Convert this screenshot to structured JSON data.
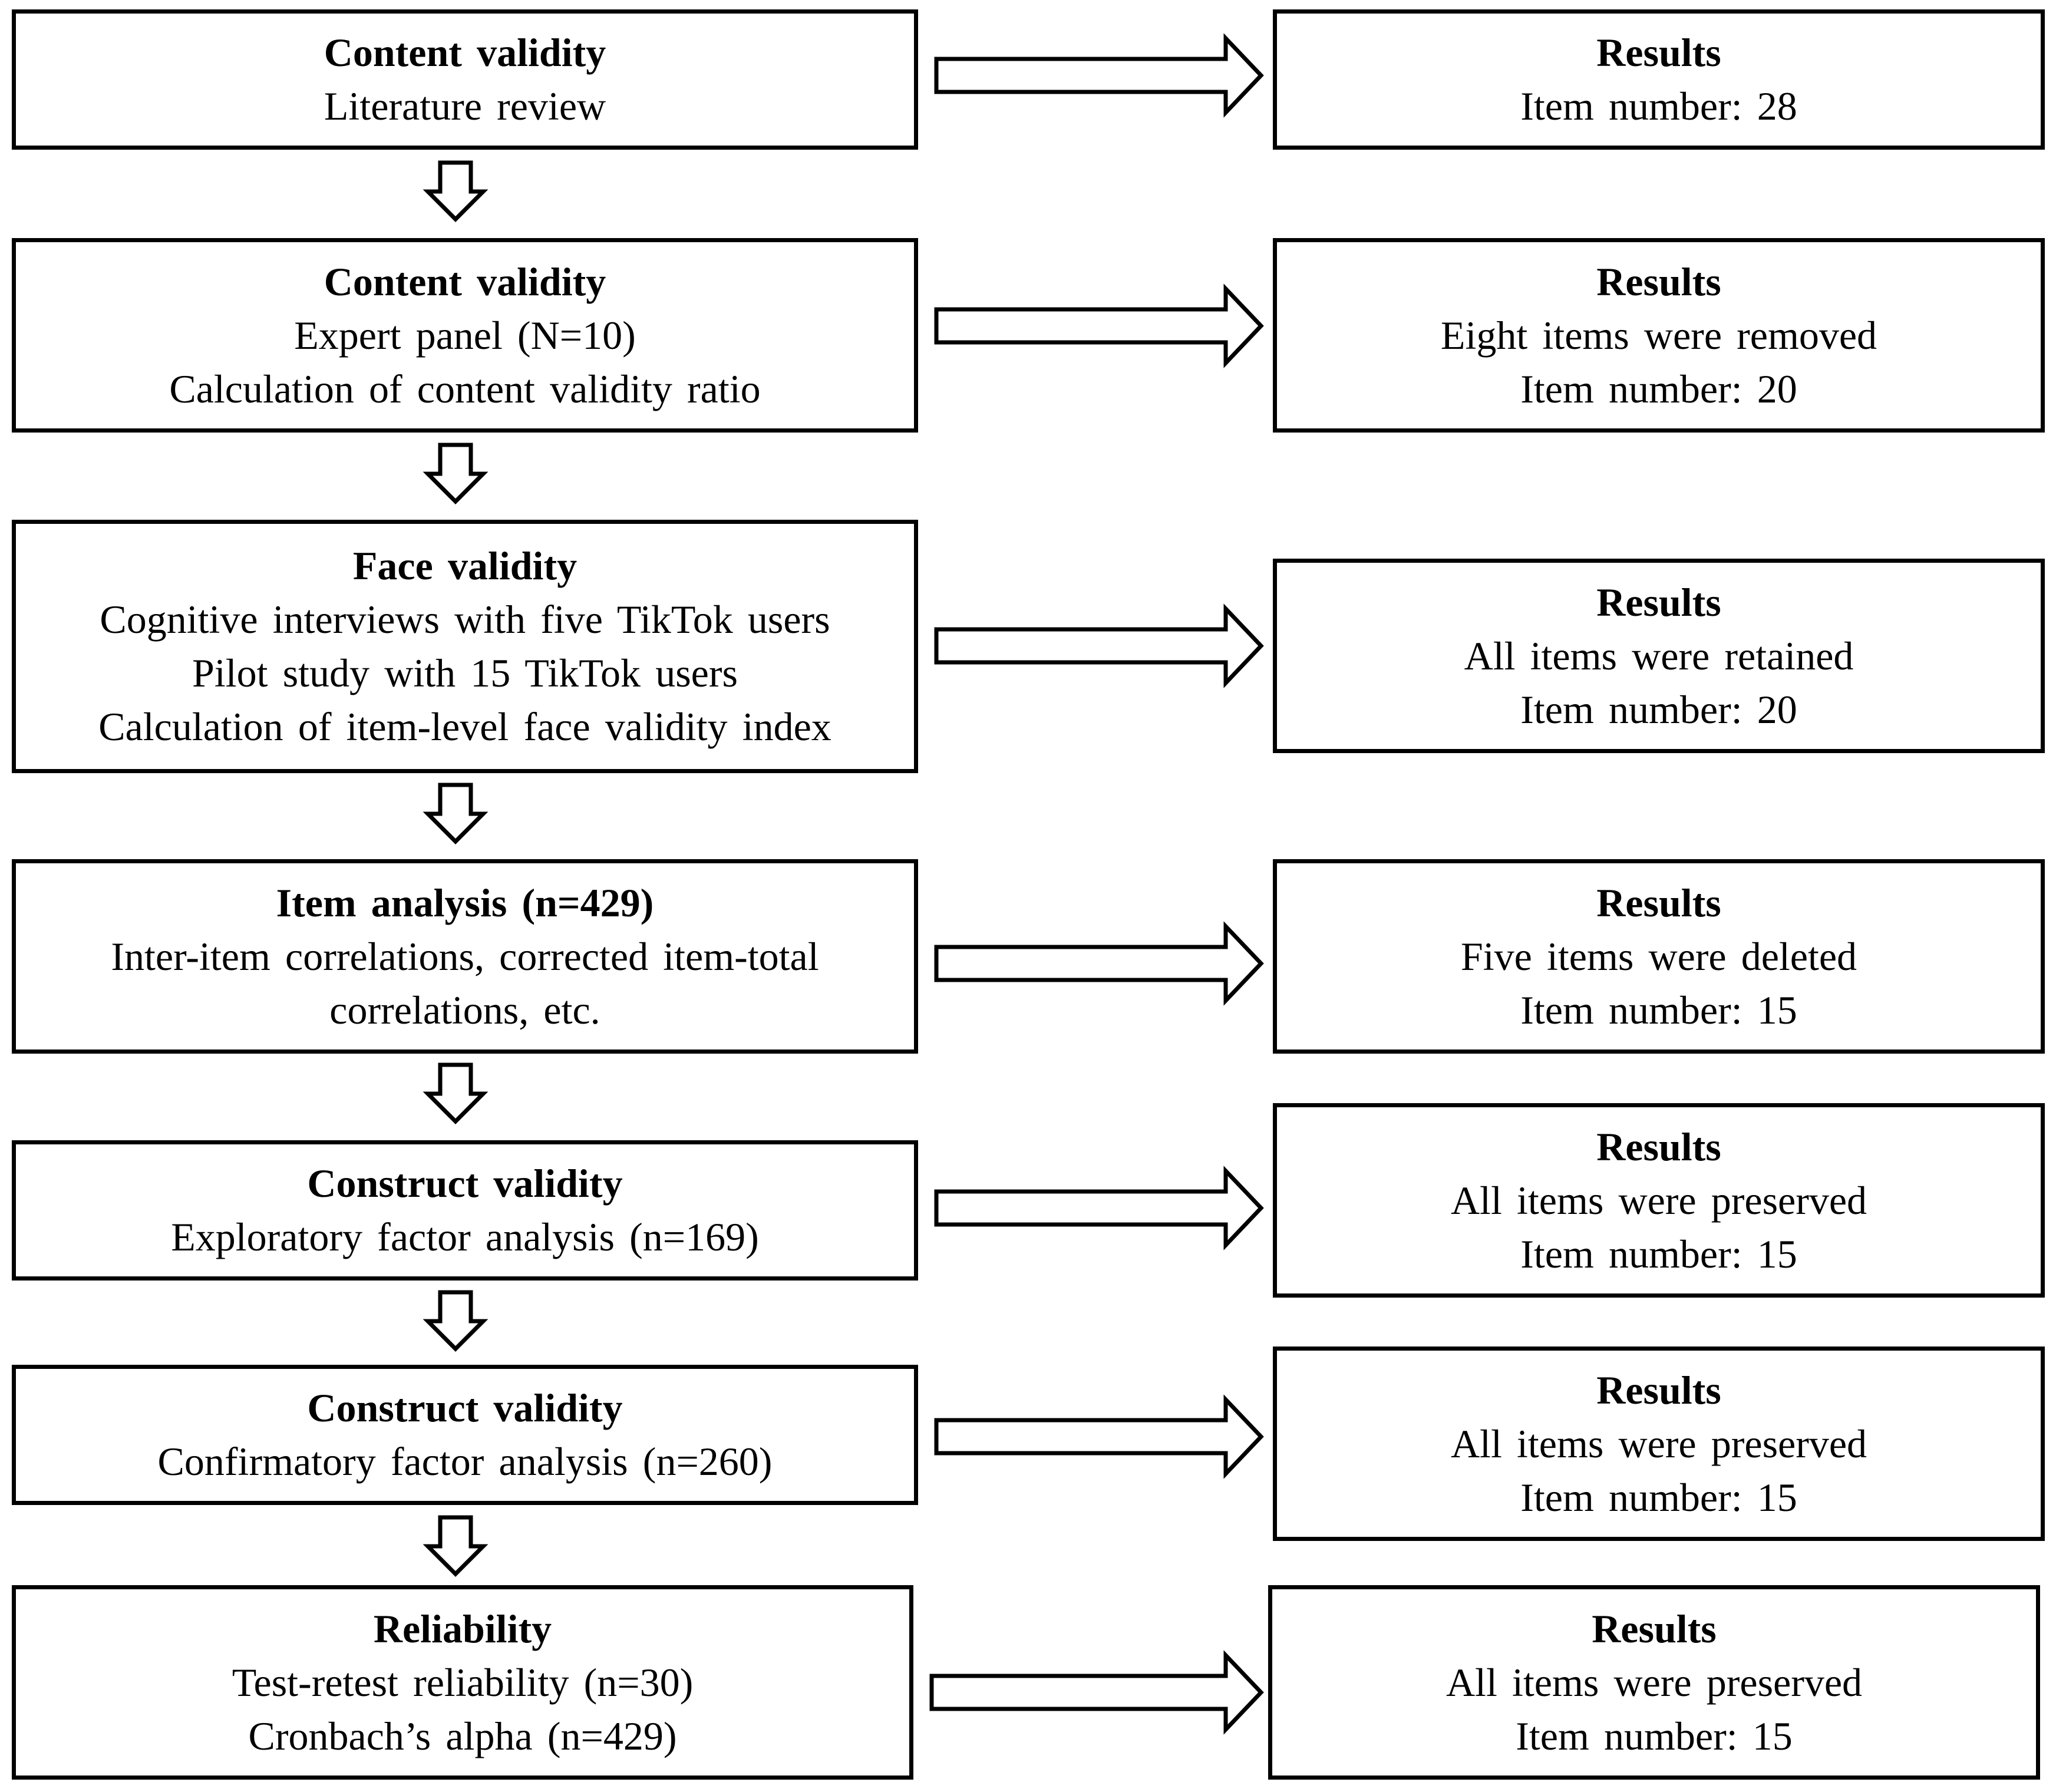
{
  "steps": [
    {
      "title": "Content validity",
      "lines": [
        "Literature review"
      ],
      "result": {
        "title": "Results",
        "lines": [
          "Item number: 28"
        ]
      }
    },
    {
      "title": "Content validity",
      "lines": [
        "Expert panel (N=10)",
        "Calculation of content validity ratio"
      ],
      "result": {
        "title": "Results",
        "lines": [
          "Eight items were removed",
          "Item number: 20"
        ]
      }
    },
    {
      "title": "Face validity",
      "lines": [
        "Cognitive interviews with five TikTok users",
        "Pilot study with 15 TikTok users",
        "Calculation of item-level face validity index"
      ],
      "result": {
        "title": "Results",
        "lines": [
          "All items were retained",
          "Item number: 20"
        ]
      }
    },
    {
      "title": "Item analysis (n=429)",
      "lines": [
        "Inter-item correlations, corrected item-total",
        "correlations, etc."
      ],
      "result": {
        "title": "Results",
        "lines": [
          "Five items were deleted",
          "Item number: 15"
        ]
      }
    },
    {
      "title": "Construct validity",
      "lines": [
        "Exploratory factor analysis (n=169)"
      ],
      "result": {
        "title": "Results",
        "lines": [
          "All items were preserved",
          "Item number: 15"
        ]
      }
    },
    {
      "title": "Construct validity",
      "lines": [
        "Confirmatory factor analysis (n=260)"
      ],
      "result": {
        "title": "Results",
        "lines": [
          "All items were preserved",
          "Item number: 15"
        ]
      }
    },
    {
      "title": "Reliability",
      "lines": [
        "Test-retest reliability (n=30)",
        "Cronbach’s alpha (n=429)"
      ],
      "result": {
        "title": "Results",
        "lines": [
          "All items were preserved",
          "Item number: 15"
        ]
      }
    }
  ]
}
